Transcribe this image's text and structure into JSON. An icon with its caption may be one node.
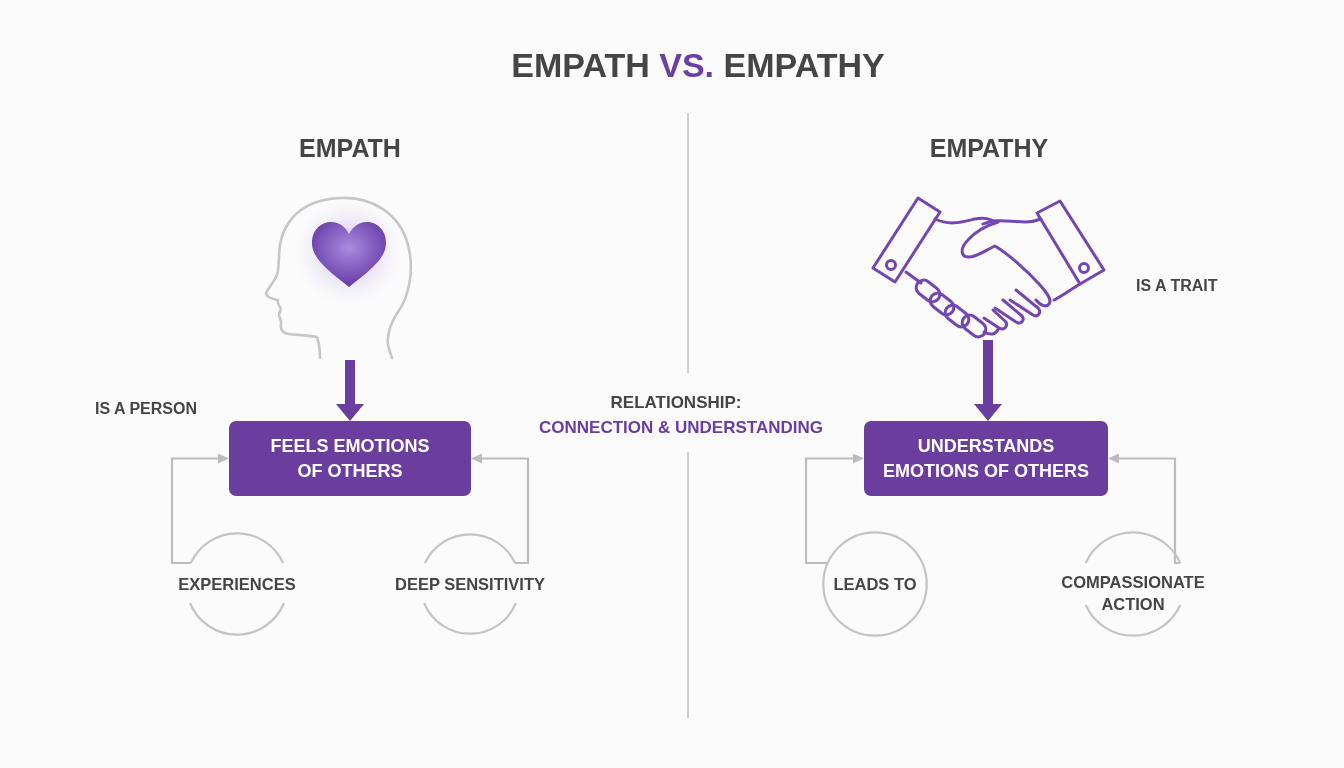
{
  "diagram": {
    "title": "EMPATH **VS.** EMPATHY",
    "nodes": [
      {
        "text": [],
        "shape": "picture"
      },
      {
        "text": [
          "FEELS EMOTIONS OF OTHERS"
        ]
      },
      {
        "text": [
          "EXPERIENCES"
        ]
      },
      {
        "text": [
          "DEEP SENSITIVITY"
        ]
      },
      {
        "text": [],
        "shape": "picture"
      },
      {
        "text": [
          "UNDERSTANDS EMOTIONS OF OTHERS"
        ]
      },
      {
        "text": [
          "LEADS TO"
        ]
      },
      {
        "text": [
          "COMPASSIONATE ACTION"
        ]
      }
    ],
    "edges": [
      {
        "from": 0,
        "to": 1,
        "arrow": "to",
        "style": "thick",
        "color": "#6a3d9f"
      },
      {
        "from": 2,
        "to": 1,
        "arrow": "to"
      },
      {
        "from": 3,
        "to": 1,
        "arrow": "to"
      },
      {
        "from": 4,
        "to": 5,
        "arrow": "to",
        "style": "thick",
        "color": "#6a3d9f"
      },
      {
        "from": 6,
        "to": 5,
        "arrow": "to"
      },
      {
        "from": 7,
        "to": 5,
        "arrow": "to"
      }
    ],
    "labels": [
      "EMPATH",
      "EMPATHY",
      "IS A TRAIT",
      "IS A PERSON",
      "RELATIONSHIP:",
      "CONNECTION & UNDERSTANDING"
    ]
  }
}
